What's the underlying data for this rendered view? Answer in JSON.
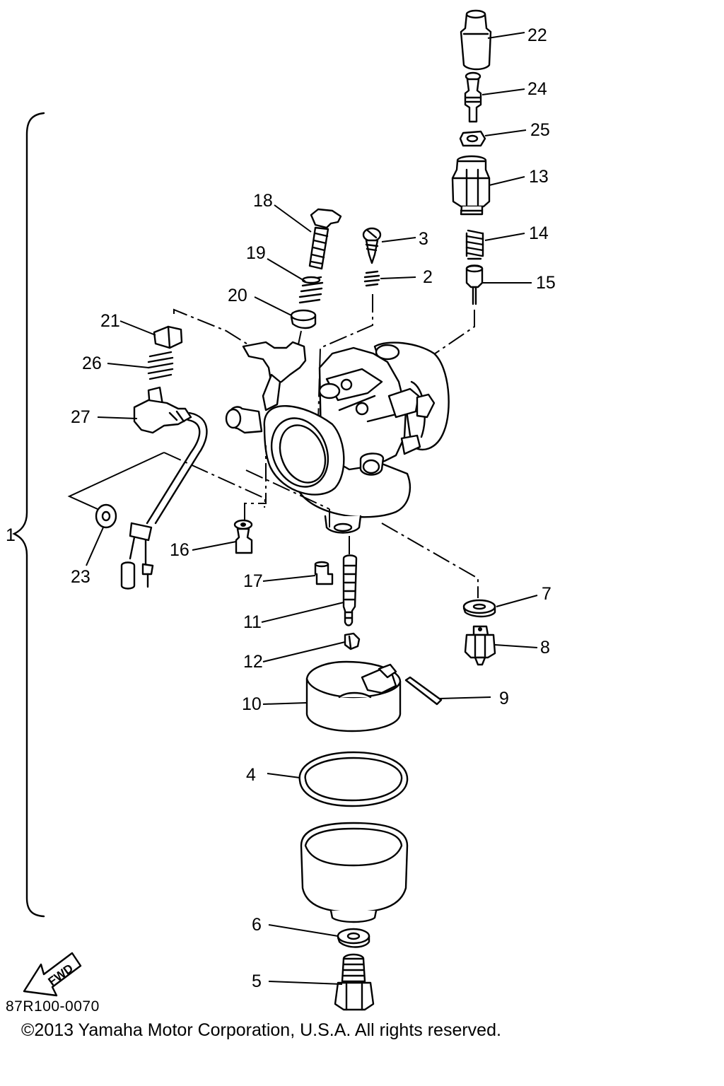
{
  "diagram": {
    "part_code": "87R100-0070",
    "copyright": "©2013 Yamaha Motor Corporation, U.S.A. All rights reserved.",
    "fwd_label": "FWD",
    "assembly_label": "1",
    "callouts": [
      {
        "id": "22",
        "label": "22"
      },
      {
        "id": "24",
        "label": "24"
      },
      {
        "id": "25",
        "label": "25"
      },
      {
        "id": "13",
        "label": "13"
      },
      {
        "id": "14",
        "label": "14"
      },
      {
        "id": "15",
        "label": "15"
      },
      {
        "id": "18",
        "label": "18"
      },
      {
        "id": "3",
        "label": "3"
      },
      {
        "id": "19",
        "label": "19"
      },
      {
        "id": "2",
        "label": "2"
      },
      {
        "id": "20",
        "label": "20"
      },
      {
        "id": "21",
        "label": "21"
      },
      {
        "id": "26",
        "label": "26"
      },
      {
        "id": "27",
        "label": "27"
      },
      {
        "id": "23",
        "label": "23"
      },
      {
        "id": "16",
        "label": "16"
      },
      {
        "id": "17",
        "label": "17"
      },
      {
        "id": "11",
        "label": "11"
      },
      {
        "id": "12",
        "label": "12"
      },
      {
        "id": "7",
        "label": "7"
      },
      {
        "id": "8",
        "label": "8"
      },
      {
        "id": "10",
        "label": "10"
      },
      {
        "id": "9",
        "label": "9"
      },
      {
        "id": "4",
        "label": "4"
      },
      {
        "id": "6",
        "label": "6"
      },
      {
        "id": "5",
        "label": "5"
      }
    ]
  }
}
